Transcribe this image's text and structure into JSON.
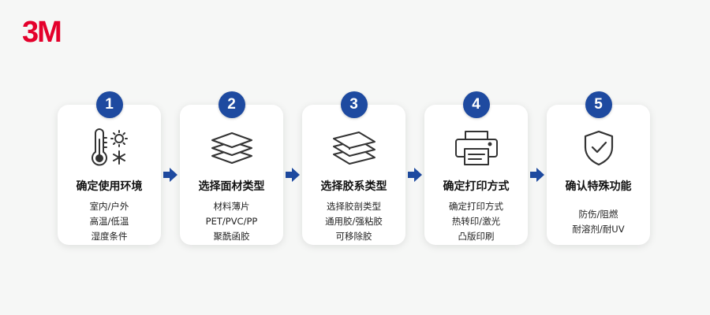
{
  "brand": {
    "logo_text": "3M",
    "color": "#e4002b"
  },
  "accent_color": "#1e4aa0",
  "steps": [
    {
      "number": "1",
      "icon": "thermometer-weather-icon",
      "title": "确定使用环境",
      "lines": [
        "室内/户外",
        "高温/低温",
        "湿度条件"
      ]
    },
    {
      "number": "2",
      "icon": "layers-icon",
      "title": "选择面材类型",
      "lines": [
        "材料薄片",
        "PET/PVC/PP",
        "聚酰函胶"
      ]
    },
    {
      "number": "3",
      "icon": "sheets-icon",
      "title": "选择胶系类型",
      "lines": [
        "选择胶剖类型",
        "通用胶/强粘胶",
        "可移除胶"
      ]
    },
    {
      "number": "4",
      "icon": "printer-icon",
      "title": "确定打印方式",
      "lines": [
        "确定打印方式",
        "热转印/激光",
        "凸版印刷"
      ]
    },
    {
      "number": "5",
      "icon": "shield-check-icon",
      "title": "确认特殊功能",
      "lines": [
        "防伤/阻燃",
        "耐溶剂/耐UV"
      ]
    }
  ]
}
